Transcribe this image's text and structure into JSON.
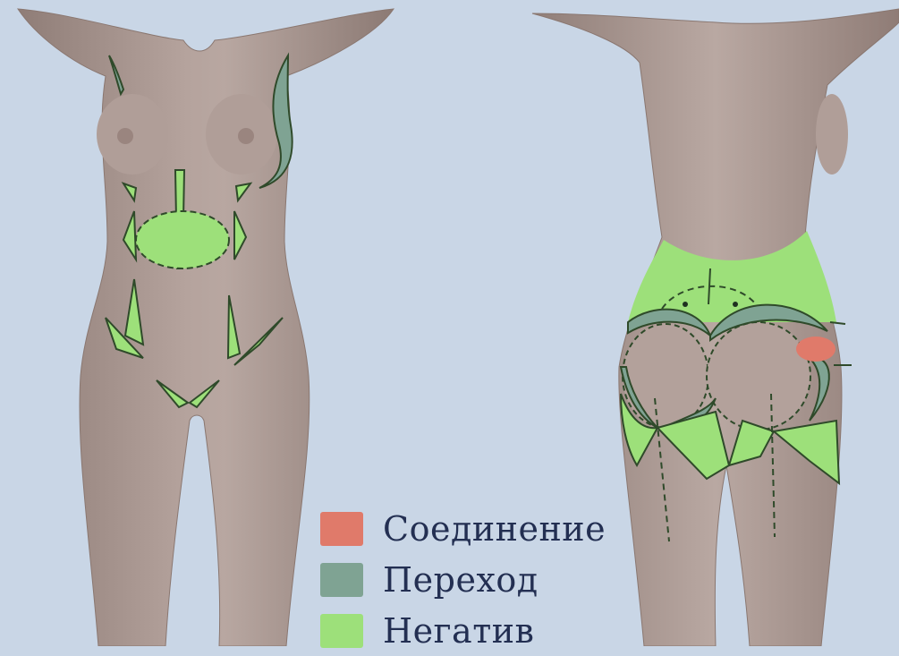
{
  "colors": {
    "background": "#c9d6e6",
    "skin": "#a89690",
    "skin_dark": "#8d7a74",
    "connection": "#e07a6a",
    "transition": "#7fa393",
    "negative": "#9de07a",
    "outline": "#2f4a2a"
  },
  "legend": [
    {
      "key": "connection",
      "label": "Соединение",
      "color": "#e07a6a"
    },
    {
      "key": "transition",
      "label": "Переход",
      "color": "#7fa393"
    },
    {
      "key": "negative",
      "label": "Негатив",
      "color": "#9de07a"
    }
  ]
}
